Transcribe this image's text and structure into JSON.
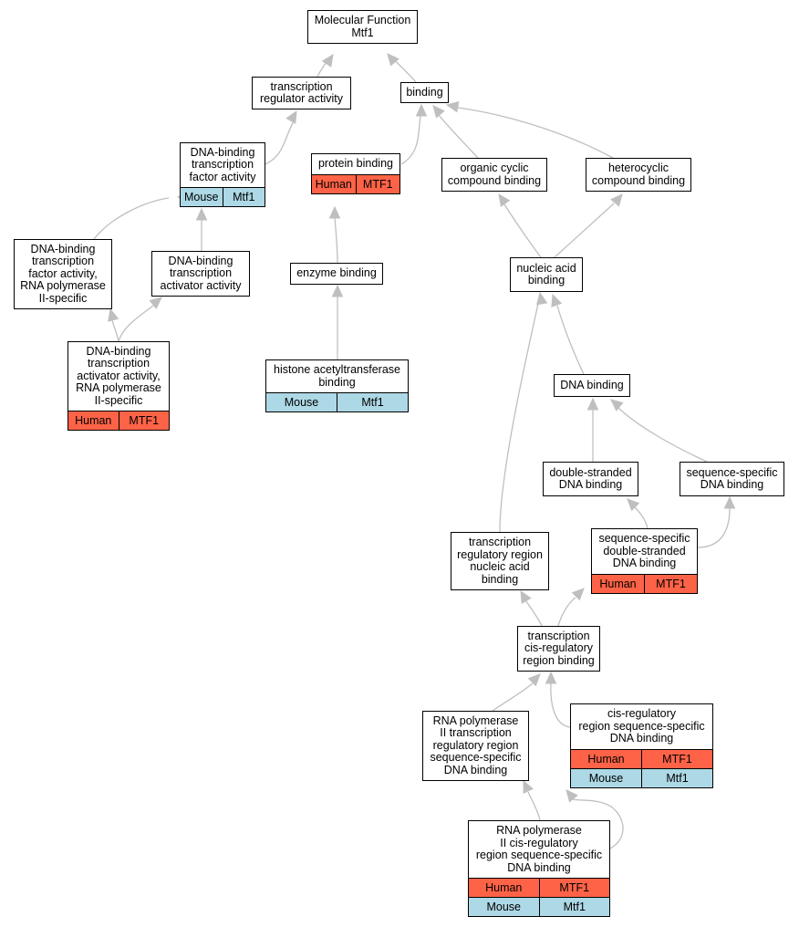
{
  "nodes": {
    "root": {
      "label": "Molecular Function\nMtf1"
    },
    "tra": {
      "label": "transcription\nregulator activity"
    },
    "binding": {
      "label": "binding"
    },
    "dbtfa": {
      "label": "DNA-binding\ntranscription\nfactor activity",
      "rows": [
        {
          "species": "Mouse",
          "gene": "Mtf1"
        }
      ]
    },
    "protein": {
      "label": "protein binding",
      "rows": [
        {
          "species": "Human",
          "gene": "MTF1"
        }
      ]
    },
    "organic": {
      "label": "organic cyclic\ncompound binding"
    },
    "hetero": {
      "label": "heterocyclic\ncompound binding"
    },
    "dbtfa2": {
      "label": "DNA-binding\ntranscription\nfactor activity,\nRNA polymerase\nII-specific"
    },
    "dbtaa": {
      "label": "DNA-binding\ntranscription\nactivator activity"
    },
    "enzyme": {
      "label": "enzyme binding"
    },
    "nucleic": {
      "label": "nucleic acid\nbinding"
    },
    "dbtaa2": {
      "label": "DNA-binding\ntranscription\nactivator activity,\nRNA polymerase\nII-specific",
      "rows": [
        {
          "species": "Human",
          "gene": "MTF1"
        }
      ]
    },
    "histone": {
      "label": "histone acetyltransferase\nbinding",
      "rows": [
        {
          "species": "Mouse",
          "gene": "Mtf1"
        }
      ]
    },
    "dna": {
      "label": "DNA binding"
    },
    "dsdna": {
      "label": "double-stranded\nDNA binding"
    },
    "ssdna": {
      "label": "sequence-specific\nDNA binding"
    },
    "trrna": {
      "label": "transcription\nregulatory region\nnucleic acid\nbinding"
    },
    "ssds": {
      "label": "sequence-specific\ndouble-stranded\nDNA binding",
      "rows": [
        {
          "species": "Human",
          "gene": "MTF1"
        }
      ]
    },
    "tcis": {
      "label": "transcription\ncis-regulatory\nregion binding"
    },
    "rnapol2tr": {
      "label": "RNA polymerase\nII transcription\nregulatory region\nsequence-specific\nDNA binding"
    },
    "cisreg": {
      "label": "cis-regulatory\nregion sequence-specific\nDNA binding",
      "rows": [
        {
          "species": "Human",
          "gene": "MTF1"
        },
        {
          "species": "Mouse",
          "gene": "Mtf1"
        }
      ]
    },
    "rnapol2cis": {
      "label": "RNA polymerase\nII cis-regulatory\nregion sequence-specific\nDNA binding",
      "rows": [
        {
          "species": "Human",
          "gene": "MTF1"
        },
        {
          "species": "Mouse",
          "gene": "Mtf1"
        }
      ]
    }
  },
  "edges": [
    [
      "tra",
      "root"
    ],
    [
      "binding",
      "root"
    ],
    [
      "dbtfa",
      "tra"
    ],
    [
      "protein",
      "binding"
    ],
    [
      "organic",
      "binding"
    ],
    [
      "hetero",
      "binding"
    ],
    [
      "dbtfa2",
      "dbtfa"
    ],
    [
      "dbtaa",
      "dbtfa"
    ],
    [
      "enzyme",
      "protein"
    ],
    [
      "nucleic",
      "organic"
    ],
    [
      "nucleic",
      "hetero"
    ],
    [
      "dbtaa2",
      "dbtfa2"
    ],
    [
      "dbtaa2",
      "dbtaa"
    ],
    [
      "histone",
      "enzyme"
    ],
    [
      "dna",
      "nucleic"
    ],
    [
      "trrna",
      "nucleic"
    ],
    [
      "dsdna",
      "dna"
    ],
    [
      "ssdna",
      "dna"
    ],
    [
      "ssds",
      "dsdna"
    ],
    [
      "ssds",
      "ssdna"
    ],
    [
      "tcis",
      "trrna"
    ],
    [
      "tcis",
      "ssds"
    ],
    [
      "rnapol2tr",
      "tcis"
    ],
    [
      "cisreg",
      "tcis"
    ],
    [
      "rnapol2cis",
      "rnapol2tr"
    ],
    [
      "rnapol2cis",
      "cisreg"
    ]
  ],
  "colors": {
    "human": "#ff6347",
    "mouse": "#add8e6",
    "edge": "#bfbfbf"
  }
}
